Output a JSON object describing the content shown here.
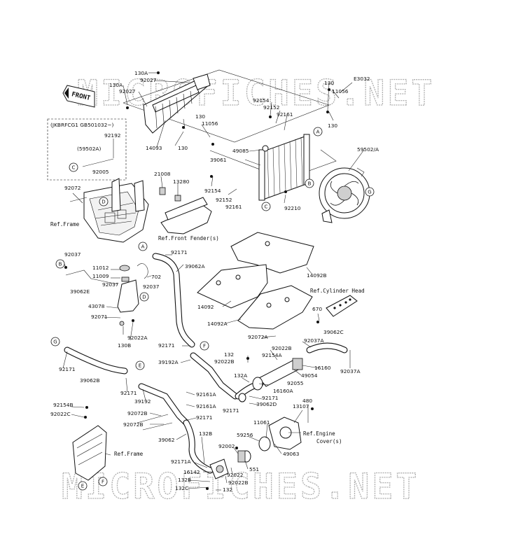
{
  "diagram": {
    "code": "E3032",
    "front_tag": "FRONT",
    "serial_note": "(JKBRFCG1 GB501032~)",
    "serial_note_parts": [
      "92192",
      "(59502A)",
      "92005"
    ],
    "ref_labels": {
      "frame_top": "Ref.Frame",
      "front_fender": "Ref.Front Fender(s)",
      "cylinder_head": "Ref.Cylinder Head",
      "engine_cover": "Ref.Engine Cover(s)",
      "frame_bottom": "Ref.Frame"
    },
    "callouts": [
      "A",
      "B",
      "C",
      "D",
      "E",
      "F",
      "G"
    ],
    "watermark": "MICROFICHES.NET",
    "part_numbers": {
      "p130A_a": "130A",
      "p92027_a": "92027",
      "p130A_b": "130A",
      "p92027_b": "92027",
      "p130_a": "130",
      "p11056_a": "11056",
      "p130_b": "130",
      "p14093": "14093",
      "p130_c": "130",
      "p11056_b": "11056",
      "p130_d": "130",
      "p92154_a": "92154",
      "p92152_a": "92152",
      "p92161_a": "92161",
      "p49085": "49085",
      "p39061": "39061",
      "p59502A": "59502/A",
      "p21008": "21008",
      "p13280": "13280",
      "p92154_b": "92154",
      "p92152_b": "92152",
      "p92161_b": "92161",
      "p92210": "92210",
      "p92072_a": "92072",
      "p92171_a": "92171",
      "p39062A": "39062A",
      "p14092B": "14092B",
      "p92037_a": "92037",
      "p11012": "11012",
      "p11009": "11009",
      "p702": "702",
      "p92037_b": "92037",
      "p92037_c": "92037",
      "p39062E": "39062E",
      "p43078": "43078",
      "p92071": "92071",
      "p92022A": "92022A",
      "p130B": "130B",
      "p14092": "14092",
      "p14092A": "14092A",
      "p670": "670",
      "p39062C": "39062C",
      "p92037A_a": "92037A",
      "p92072A": "92072A",
      "p92022B_a": "92022B",
      "p132_a": "132",
      "p92022B_b": "92022B",
      "p92154A": "92154A",
      "p16160": "16160",
      "p92037A_b": "92037A",
      "p49054": "49054",
      "p132A": "132A",
      "p92055": "92055",
      "p16160A": "16160A",
      "p92171_b": "92171",
      "p39062D": "39062D",
      "p92171_c": "92171",
      "p92171_d": "92171",
      "p39192A": "39192A",
      "p92171_e": "92171",
      "p39062B": "39062B",
      "p92171_f": "92171",
      "p39192": "39192",
      "p92161A_a": "92161A",
      "p92161A_b": "92161A",
      "p92154B": "92154B",
      "p92022C": "92022C",
      "p92072B_a": "92072B",
      "p92072B_b": "92072B",
      "p92171_g": "92171",
      "p480": "480",
      "p13107": "13107",
      "p11061": "11061",
      "p59256": "59256",
      "p132B_a": "132B",
      "p39062": "39062",
      "p92002": "92002",
      "p49063": "49063",
      "p551": "551",
      "p92171A": "92171A",
      "p16142": "16142",
      "p92022": "92022",
      "p92022B_c": "92022B",
      "p132B_b": "132B",
      "p132C": "132C",
      "p132_b": "132"
    }
  }
}
